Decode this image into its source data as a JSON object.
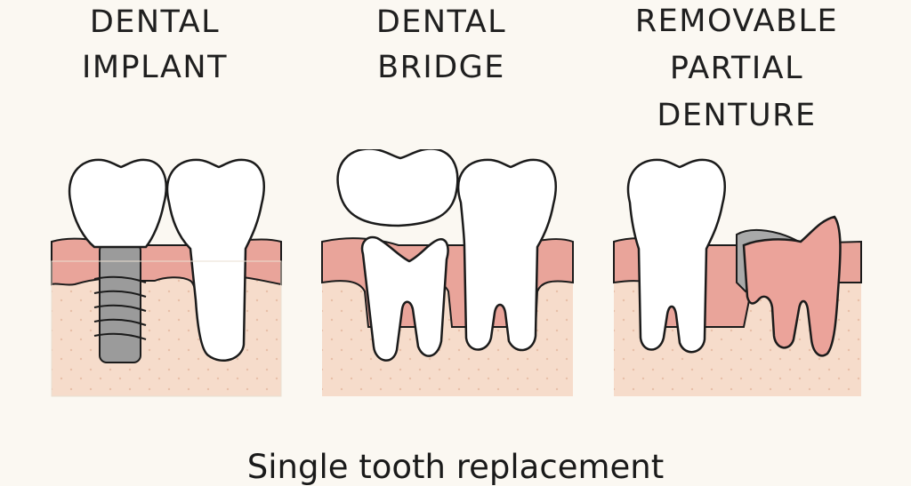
{
  "panels": [
    {
      "title": "DENTAL\nIMPLANT"
    },
    {
      "title": "DENTAL\nBRIDGE"
    },
    {
      "title": "REMOVABLE\nPARTIAL\nDENTURE"
    }
  ],
  "caption": "Single tooth replacement",
  "colors": {
    "background": "#fbf8f2",
    "bone": "#f6dccb",
    "gum": "#e9a49a",
    "tooth": "#ffffff",
    "implant_post": "#9b9b9b",
    "outline": "#1b1b1b"
  }
}
